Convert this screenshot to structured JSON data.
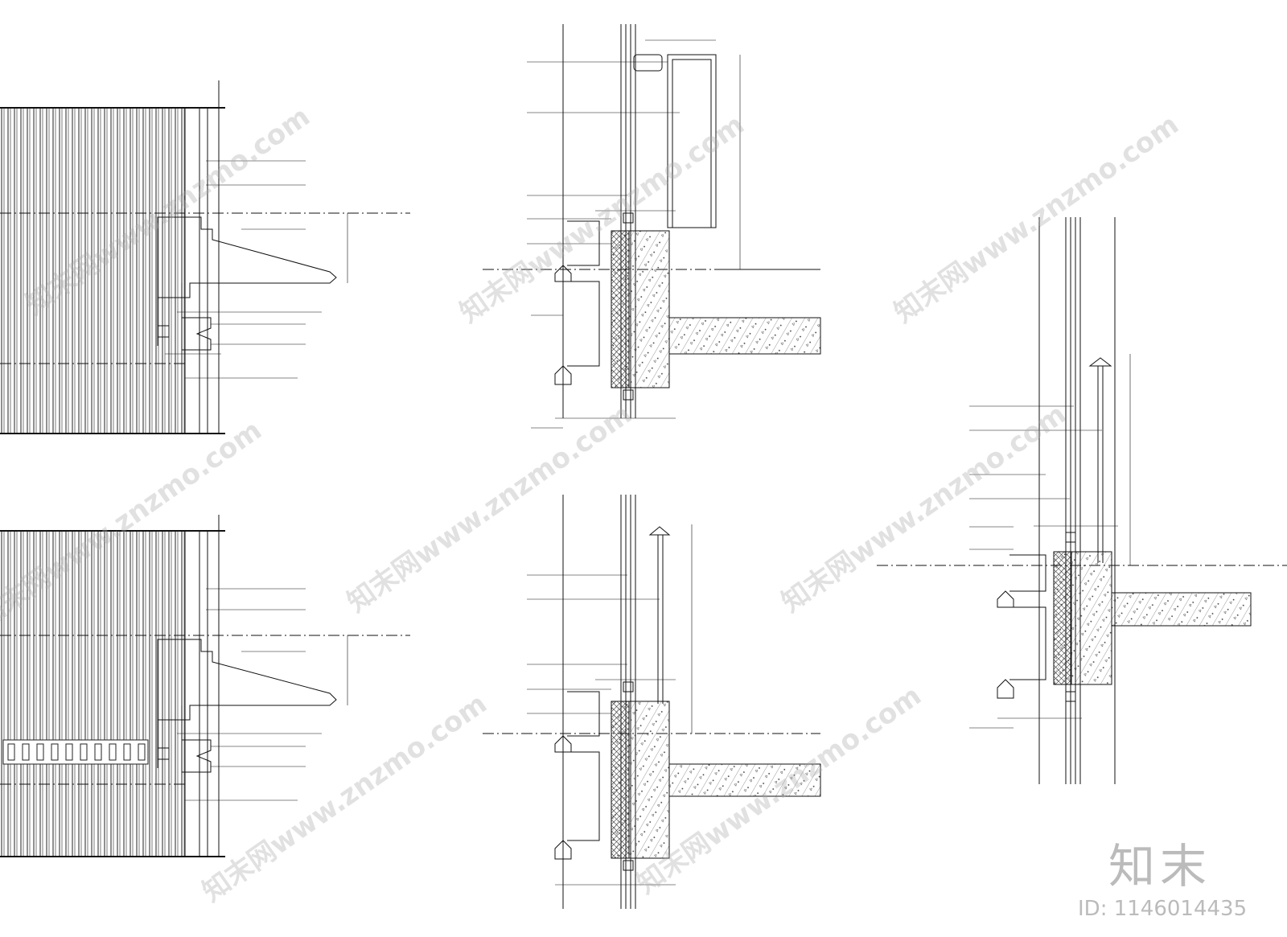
{
  "watermark": {
    "text": "知末网www.znzmo.com",
    "brand": "知末",
    "id_label": "ID: 1146014435"
  },
  "colors": {
    "line": "#111111",
    "hatch": "#333333",
    "watermark": "#bbbbbb",
    "background": "#ffffff"
  }
}
